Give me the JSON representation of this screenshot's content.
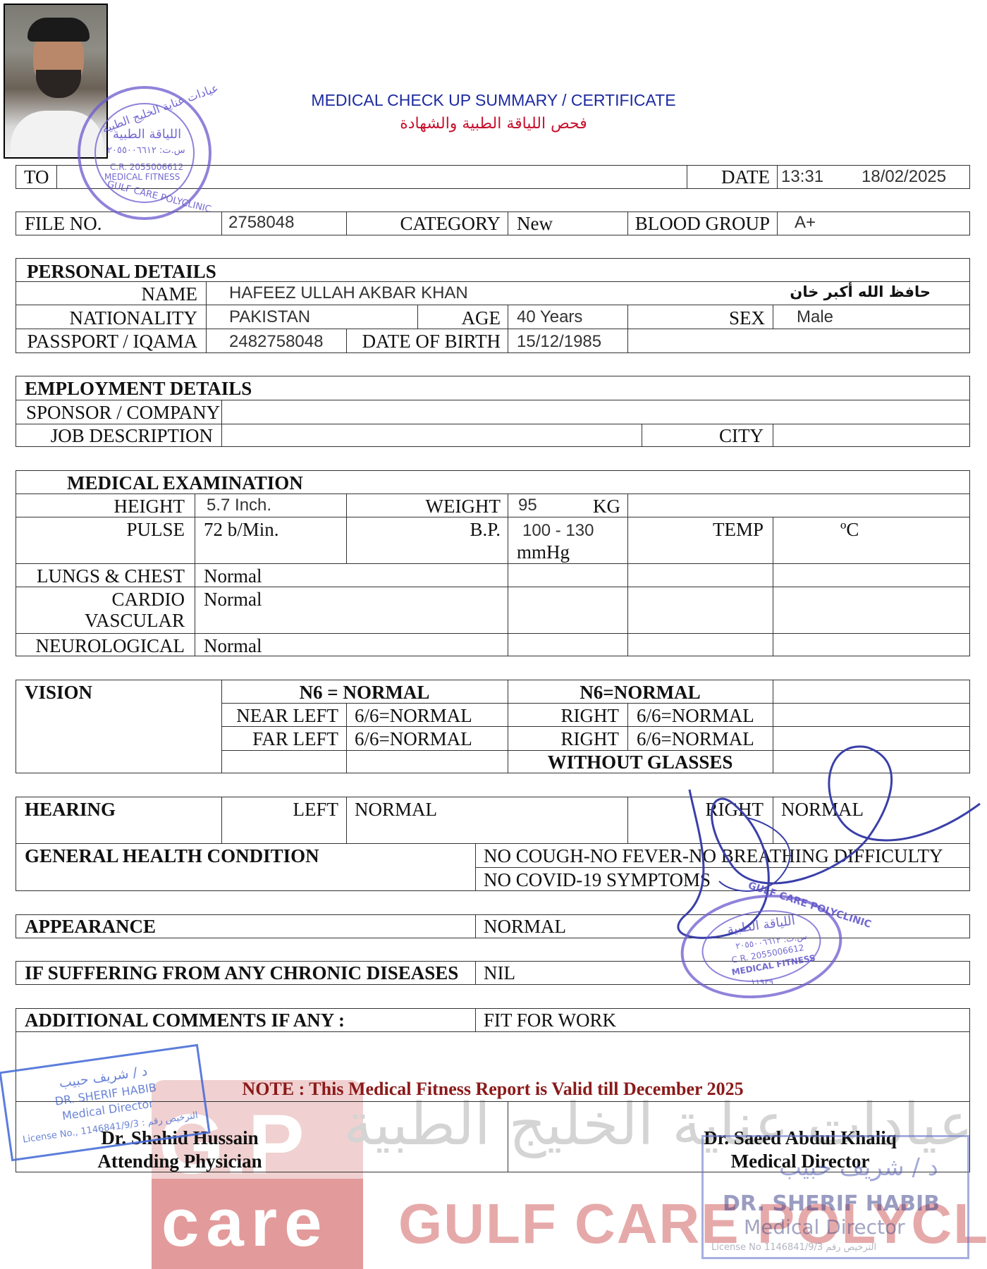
{
  "header": {
    "title_en": "MEDICAL CHECK UP SUMMARY / CERTIFICATE",
    "title_ar": "فحص اللياقة الطبية والشهادة"
  },
  "row_to": {
    "to_label": "TO",
    "date_label": "DATE",
    "time": "13:31",
    "date": "18/02/2025"
  },
  "row_file": {
    "file_label": "FILE NO.",
    "file_no": "2758048",
    "category_label": "CATEGORY",
    "category": "New",
    "blood_label": "BLOOD GROUP",
    "blood": "A+"
  },
  "personal": {
    "heading": "PERSONAL DETAILS",
    "name_label": "NAME",
    "name": "HAFEEZ ULLAH AKBAR KHAN",
    "name_ar": "حافظ الله أكبر خان",
    "nationality_label": "NATIONALITY",
    "nationality": "PAKISTAN",
    "age_label": "AGE",
    "age": "40 Years",
    "sex_label": "SEX",
    "sex": "Male",
    "passport_label": "PASSPORT / IQAMA",
    "passport": "2482758048",
    "dob_label": "DATE OF BIRTH",
    "dob": "15/12/1985"
  },
  "employment": {
    "heading": "EMPLOYMENT DETAILS",
    "sponsor_label": "SPONSOR / COMPANY",
    "job_label": "JOB DESCRIPTION",
    "city_label": "CITY"
  },
  "medical": {
    "heading": "MEDICAL EXAMINATION",
    "height_label": "HEIGHT",
    "height": "5.7 Inch.",
    "weight_label": "WEIGHT",
    "weight": "95",
    "weight_unit": "KG",
    "pulse_label": "PULSE",
    "pulse": "72 b/Min.",
    "bp_label": "B.P.",
    "bp": "100 - 130",
    "bp_unit": "mmHg",
    "temp_label": "TEMP",
    "temp_unit": "ºC",
    "lungs_label": "LUNGS & CHEST",
    "lungs": "Normal",
    "cardio_label_1": "CARDIO",
    "cardio_label_2": "VASCULAR",
    "cardio": "Normal",
    "neuro_label": "NEUROLOGICAL",
    "neuro": "Normal"
  },
  "vision": {
    "heading": "VISION",
    "left_header": "N6 = NORMAL",
    "right_header": "N6=NORMAL",
    "near_left_label": "NEAR LEFT",
    "near_left": "6/6=NORMAL",
    "near_right_label": "RIGHT",
    "near_right": "6/6=NORMAL",
    "far_left_label": "FAR LEFT",
    "far_left": "6/6=NORMAL",
    "far_right_label": "RIGHT",
    "far_right": "6/6=NORMAL",
    "glasses": "WITHOUT GLASSES"
  },
  "hearing": {
    "heading": "HEARING",
    "left_label": "LEFT",
    "left": "NORMAL",
    "right_label": "RIGHT",
    "right": "NORMAL"
  },
  "general": {
    "heading": "GENERAL HEALTH CONDITION",
    "line1": "NO COUGH-NO FEVER-NO BREATHING DIFFICULTY",
    "line2": "NO COVID-19 SYMPTOMS"
  },
  "appearance": {
    "heading": "APPEARANCE",
    "value": "NORMAL"
  },
  "chronic": {
    "heading": "IF SUFFERING FROM ANY CHRONIC DISEASES",
    "value": "NIL"
  },
  "comments": {
    "heading": "ADDITIONAL COMMENTS IF ANY :",
    "value": "FIT FOR WORK"
  },
  "note": "NOTE : This Medical Fitness Report is Valid till December 2025",
  "signatures": {
    "left_name": "Dr. Shahid Hussain",
    "left_title": "Attending Physician",
    "right_name": "Dr. Saeed Abdul Khaliq",
    "right_title": "Medical Director"
  },
  "stamps": {
    "round_ar_1": "عيادات عناية الخليج الطبية",
    "round_ar_2": "اللياقة الطبية",
    "round_ar_3": "س.ت: ٢٠٥٥٠٠٦٦١٢",
    "round_cr": "C.R. 2055006612",
    "round_mf": "MEDICAL FITNESS",
    "round_en": "GULF CARE POLYCLINIC",
    "round_num": "١١٩٣٩",
    "rect_ar_name": "د / شريف حبيب",
    "rect_name": "DR. SHERIF HABIB",
    "rect_title": "Medical Director",
    "rect_license": "License No., 1146841/9/3 : الترخيص رقم",
    "br_name": "DR. SHERIF HABIB",
    "br_title": "Medical Director",
    "br_license": "License No 1146841/9/3   الترخيص رقم"
  },
  "watermark": {
    "logo_top": "G.P",
    "logo_bottom": "care",
    "arabic": "عيادات عناية الخليج الطبية",
    "english": "GULF CARE POLYCLINIC"
  }
}
